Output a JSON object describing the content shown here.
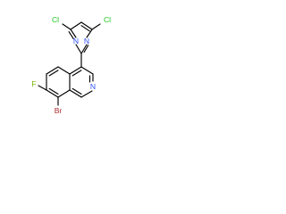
{
  "molecule": {
    "labels": {
      "cl_left": "Cl",
      "cl_right": "Cl",
      "n_pyrimidine_left": "N",
      "n_pyrimidine_right": "N",
      "n_isoquinoline": "N",
      "fluorine": "F",
      "bromine": "Br"
    },
    "colors": {
      "carbon": "#000000",
      "chlorine": "#1FC91F",
      "nitrogen": "#3050F8",
      "fluorine": "#79B300",
      "bromine": "#A62929"
    }
  }
}
